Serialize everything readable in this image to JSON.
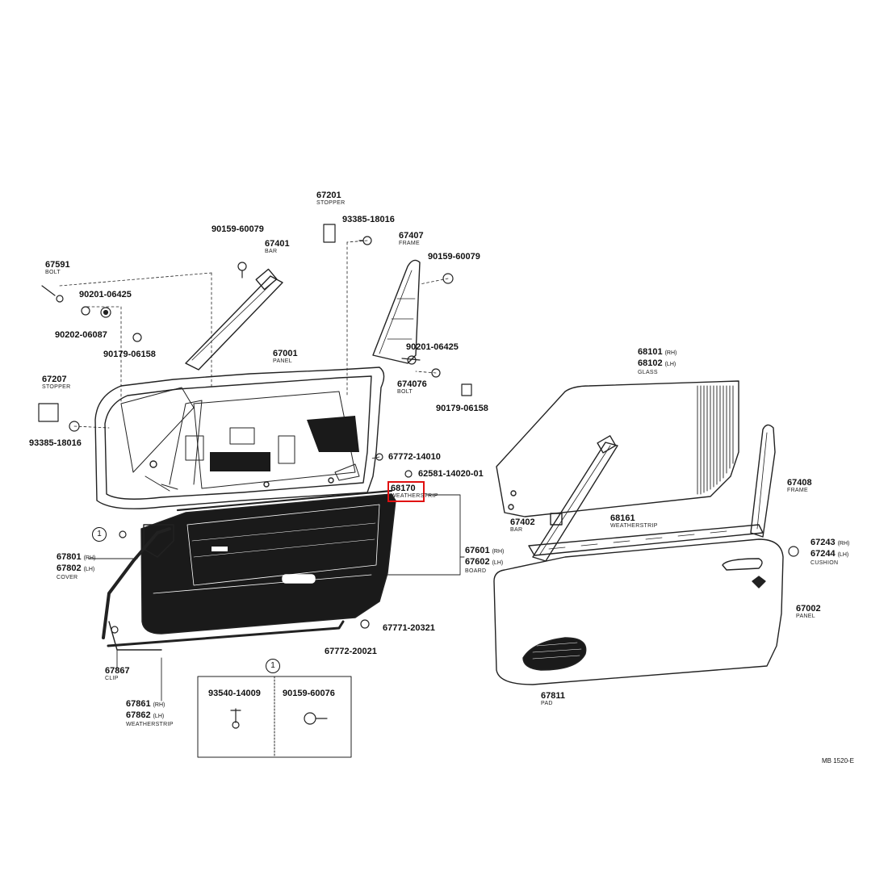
{
  "colors": {
    "line": "#222222",
    "trim_fill": "#1a1a1a",
    "highlight": "#e01010"
  },
  "highlighted_part": "68170",
  "labels": {
    "p67201": {
      "num": "67201",
      "name": "STOPPER"
    },
    "p93385a": {
      "num": "93385-18016"
    },
    "p90159a": {
      "num": "90159-60079"
    },
    "p67401": {
      "num": "67401",
      "name": "BAR"
    },
    "p67407": {
      "num": "67407",
      "name": "FRAME"
    },
    "p90159b": {
      "num": "90159-60079"
    },
    "p67591": {
      "num": "67591",
      "name": "BOLT"
    },
    "p90201a": {
      "num": "90201-06425"
    },
    "p90202": {
      "num": "90202-06087"
    },
    "p90179a": {
      "num": "90179-06158"
    },
    "p67001": {
      "num": "67001",
      "name": "PANEL"
    },
    "p90201b": {
      "num": "90201-06425"
    },
    "p67407b": {
      "num": "674076",
      "name": "BOLT"
    },
    "p90179b": {
      "num": "90179-06158"
    },
    "p67207": {
      "num": "67207",
      "name": "STOPPER"
    },
    "p93385b": {
      "num": "93385-18016"
    },
    "p67772a": {
      "num": "67772-14010"
    },
    "p62581": {
      "num": "62581-14020-01"
    },
    "p68170": {
      "num": "68170",
      "name": "WEATHERSTRIP"
    },
    "p68101": {
      "num1": "68101",
      "side1": "(RH)",
      "num2": "68102",
      "side2": "(LH)",
      "name": "GLASS"
    },
    "p67408": {
      "num": "67408",
      "name": "FRAME"
    },
    "p67402": {
      "num": "67402",
      "name": "BAR"
    },
    "p68161": {
      "num": "68161",
      "name": "WEATHERSTRIP"
    },
    "p67243": {
      "num1": "67243",
      "side1": "(RH)",
      "num2": "67244",
      "side2": "(LH)",
      "name": "CUSHION"
    },
    "p67801": {
      "num1": "67801",
      "side1": "(RH)",
      "num2": "67802",
      "side2": "(LH)",
      "name": "COVER"
    },
    "p67601": {
      "num1": "67601",
      "side1": "(RH)",
      "num2": "67602",
      "side2": "(LH)",
      "name": "BOARD"
    },
    "p67002": {
      "num": "67002",
      "name": "PANEL"
    },
    "p67771": {
      "num": "67771-20321"
    },
    "p67772b": {
      "num": "67772-20021"
    },
    "p67867": {
      "num": "67867",
      "name": "CLIP"
    },
    "p67861": {
      "num1": "67861",
      "side1": "(RH)",
      "num2": "67862",
      "side2": "(LH)",
      "name": "WEATHERSTRIP"
    },
    "p93540": {
      "num": "93540-14009"
    },
    "p90159c": {
      "num": "90159-60076"
    },
    "p67811": {
      "num": "67811",
      "name": "PAD"
    }
  },
  "callout": {
    "symbol": "1"
  },
  "diagram_code": "MB 1520-E"
}
